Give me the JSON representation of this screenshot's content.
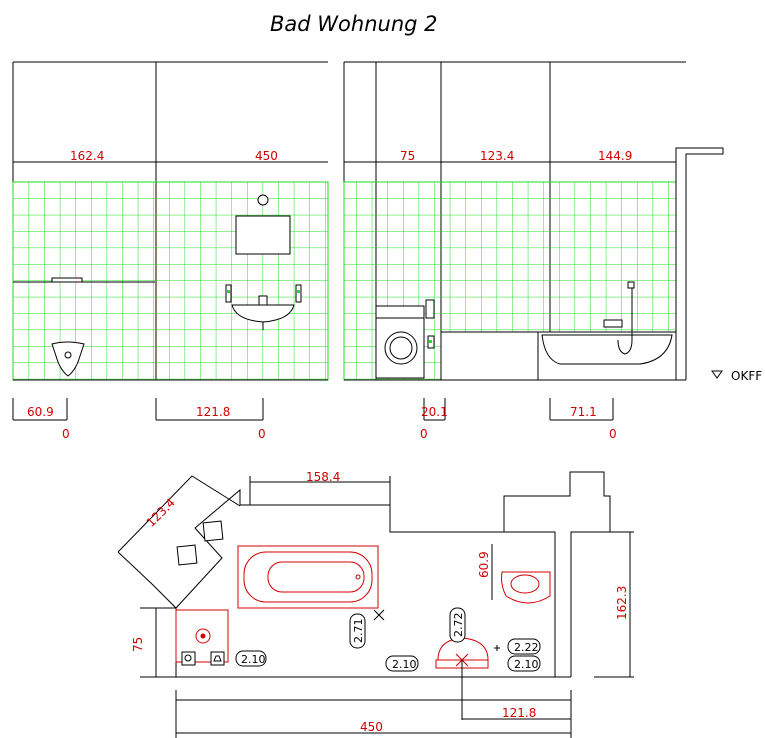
{
  "title": "Bad Wohnung 2",
  "elevations": {
    "left_top_dims": [
      "162.4",
      "450"
    ],
    "right_top_dims": [
      "75",
      "123.4",
      "144.9"
    ],
    "floor_label": "OKFF",
    "bottom_dims": [
      "60.9",
      "121.8",
      "20.1",
      "71.1"
    ],
    "bottom_zeros": [
      "0",
      "0",
      "0",
      "0"
    ]
  },
  "plan": {
    "dims": {
      "diag": "123.4",
      "top": "158.4",
      "left": "75",
      "bottom_total": "450",
      "bottom_part": "121.8",
      "right": "162.3",
      "wc": "60.9"
    },
    "tags": {
      "t1": "2.10",
      "t2": "2.71",
      "t3": "2.72",
      "t4": "2.22",
      "t5": "2.10",
      "t6": "2.10"
    }
  }
}
